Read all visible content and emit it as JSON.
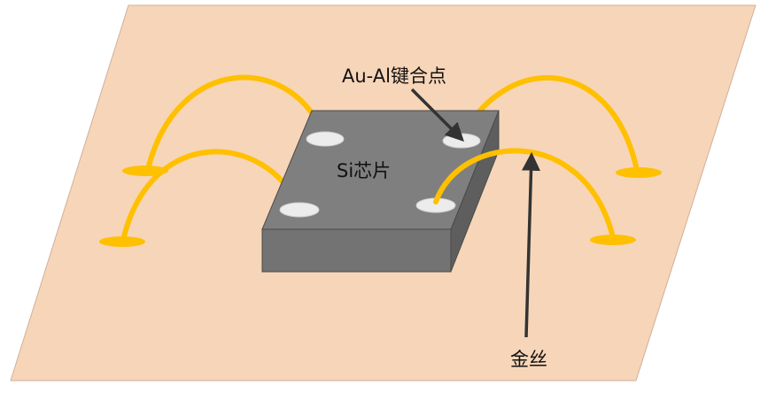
{
  "labels": {
    "bond_point": "Au-Al键合点",
    "chip": "Si芯片",
    "gold_wire": "金丝"
  },
  "colors": {
    "substrate": "#f7d5b8",
    "chip_top": "#7f7f7f",
    "chip_front": "#737373",
    "chip_side": "#5e5e5e",
    "gold": "#ffc000",
    "pad": "#ececec",
    "arrow": "#333333"
  }
}
